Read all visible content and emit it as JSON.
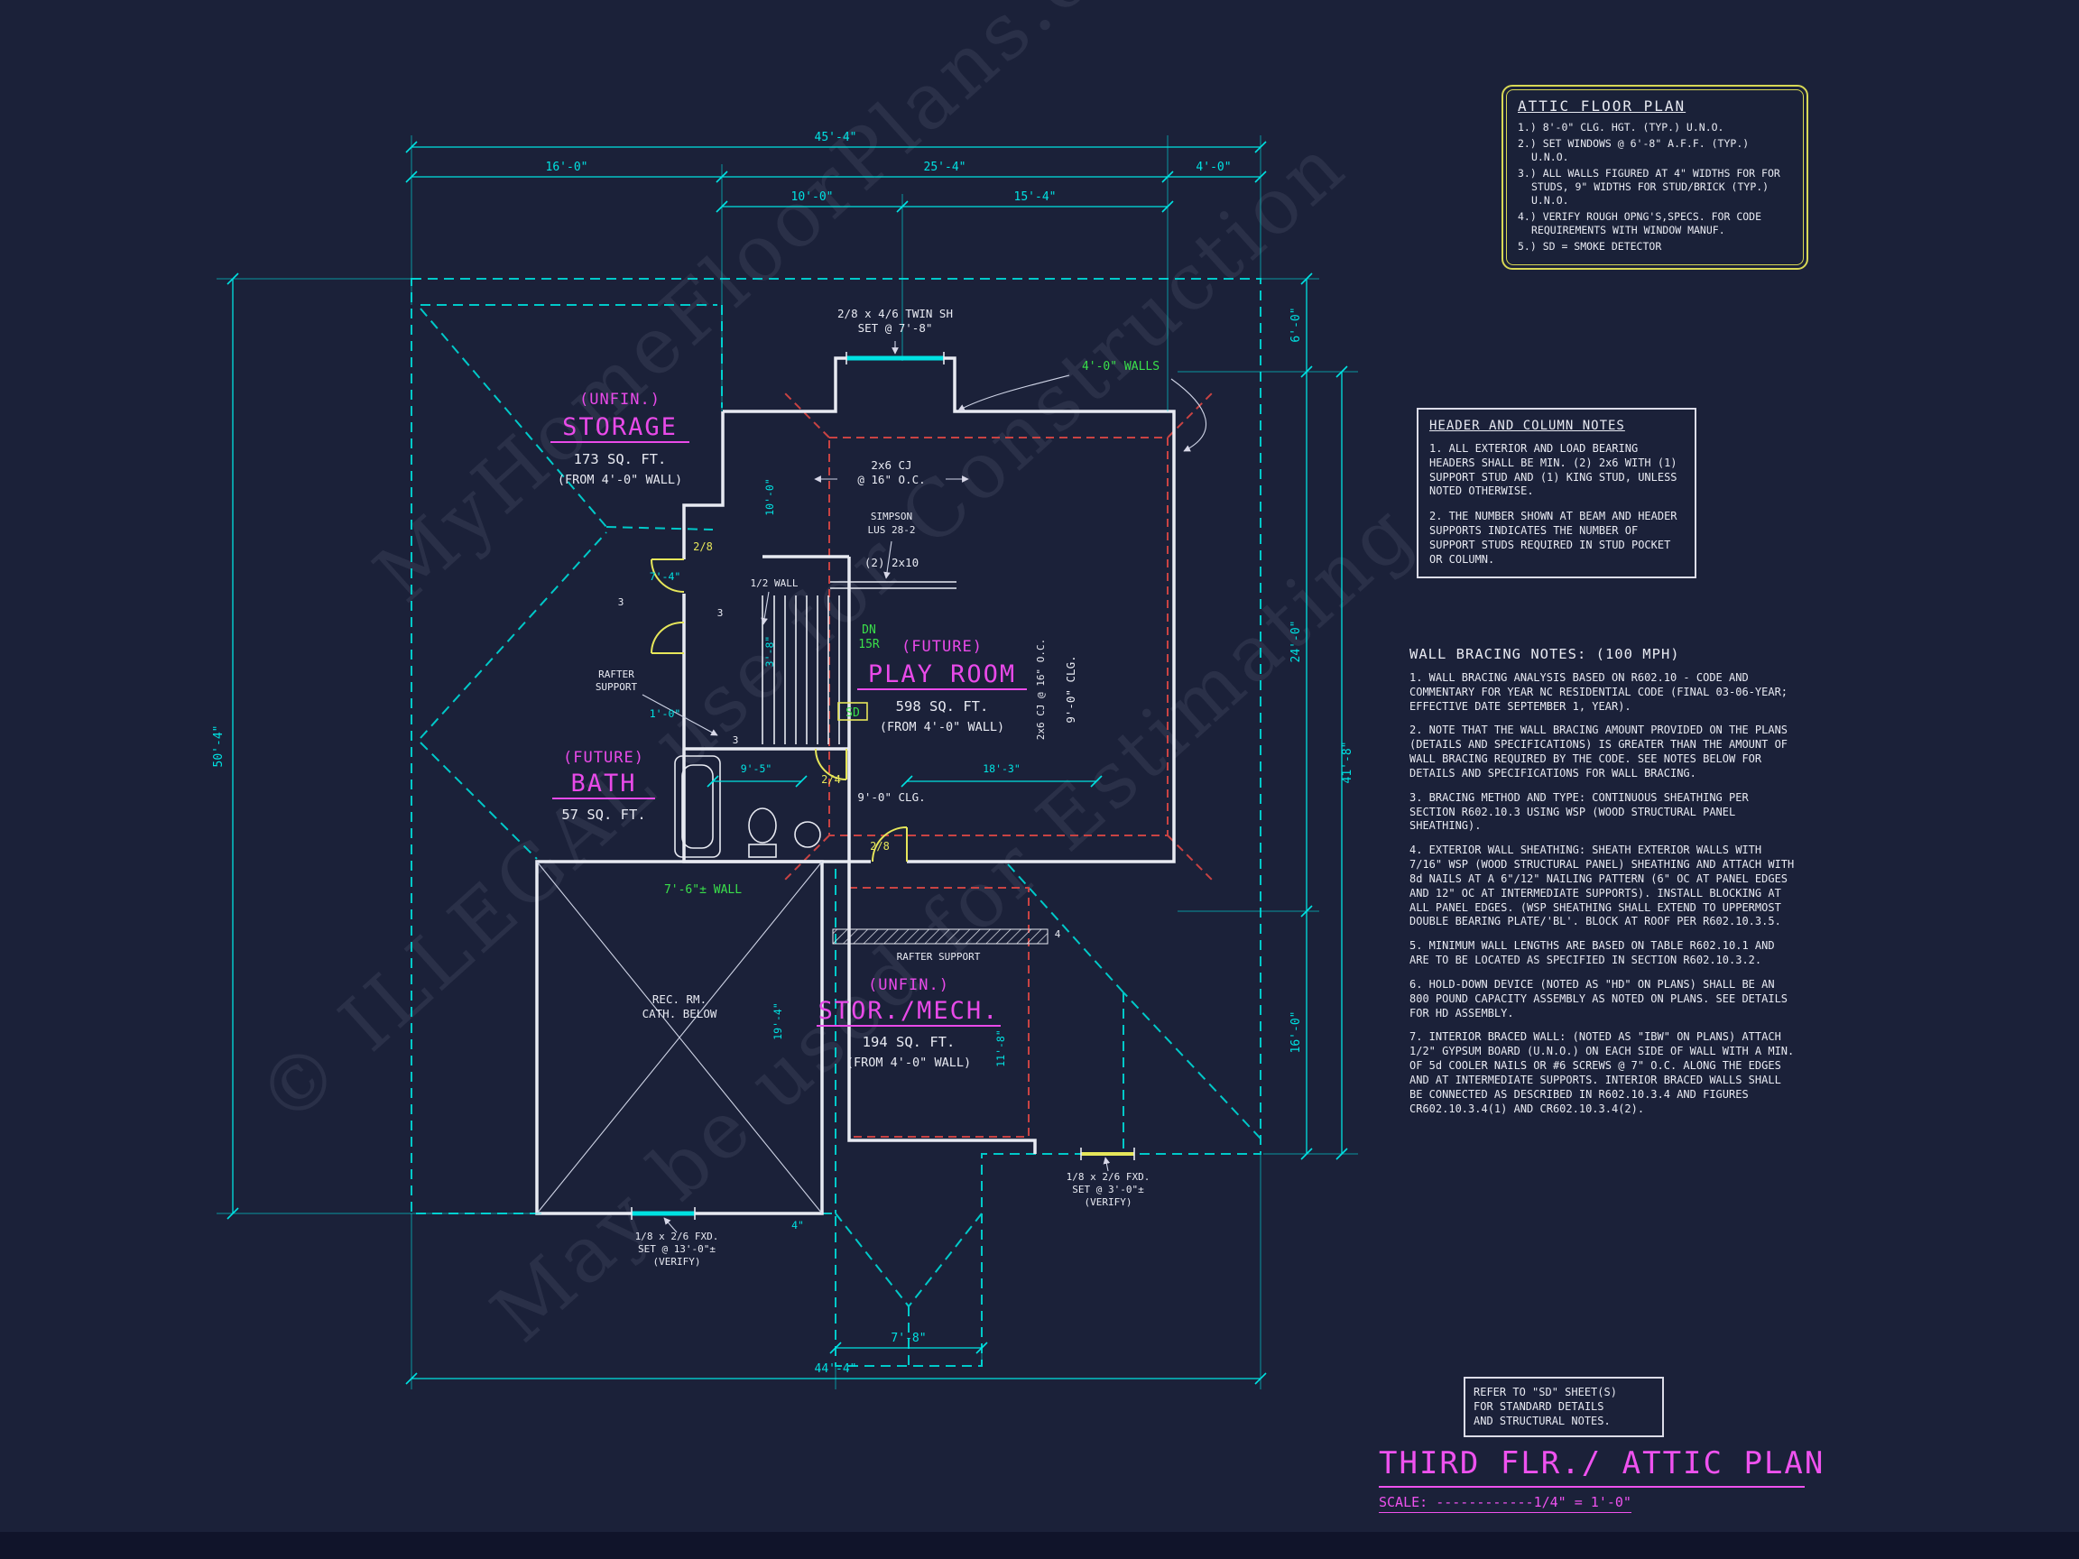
{
  "colors": {
    "background": "#1b2139",
    "cyan": "#00e2e2",
    "magenta": "#e94ae9",
    "green": "#3ae04a",
    "yellow": "#e6e65a",
    "white": "#e8eaf2",
    "red": "#c94343"
  },
  "watermark": {
    "line1": "MyHomeFloorPlans.com",
    "line2": "© ILLEGAL use for Construction",
    "line3": "May be used for Estimating"
  },
  "attic_notes": {
    "title": "ATTIC FLOOR PLAN",
    "items": [
      "1.) 8'-0\" CLG. HGT. (TYP.) U.N.O.",
      "2.) SET WINDOWS @ 6'-8\" A.F.F. (TYP.) U.N.O.",
      "3.) ALL WALLS FIGURED AT 4\" WIDTHS FOR FOR STUDS, 9\" WIDTHS FOR STUD/BRICK (TYP.) U.N.O.",
      "4.) VERIFY ROUGH OPNG'S,SPECS. FOR CODE REQUIREMENTS WITH WINDOW MANUF.",
      "5.) SD = SMOKE DETECTOR"
    ]
  },
  "header_notes": {
    "title": "HEADER AND COLUMN NOTES",
    "paragraphs": [
      "1. ALL EXTERIOR AND LOAD BEARING HEADERS SHALL BE MIN. (2) 2x6 WITH (1) SUPPORT STUD AND (1) KING STUD, UNLESS NOTED OTHERWISE.",
      "2. THE NUMBER SHOWN AT BEAM AND HEADER SUPPORTS INDICATES THE NUMBER OF SUPPORT STUDS REQUIRED IN STUD POCKET OR COLUMN."
    ]
  },
  "wall_bracing": {
    "title": "WALL BRACING NOTES: (100 MPH)",
    "paragraphs": [
      "1. WALL BRACING ANALYSIS BASED ON R602.10 - CODE AND COMMENTARY FOR YEAR NC RESIDENTIAL CODE (FINAL 03-06-YEAR; EFFECTIVE DATE SEPTEMBER 1, YEAR).",
      "2. NOTE THAT THE WALL BRACING AMOUNT PROVIDED ON THE PLANS (DETAILS AND SPECIFICATIONS) IS GREATER THAN THE AMOUNT OF WALL BRACING REQUIRED BY THE CODE. SEE NOTES BELOW FOR DETAILS AND SPECIFICATIONS FOR WALL BRACING.",
      "3. BRACING METHOD AND TYPE: CONTINUOUS SHEATHING PER SECTION R602.10.3 USING WSP (WOOD STRUCTURAL PANEL SHEATHING).",
      "4. EXTERIOR WALL SHEATHING: SHEATH EXTERIOR WALLS WITH 7/16\" WSP (WOOD STRUCTURAL PANEL) SHEATHING AND ATTACH WITH 8d NAILS AT A 6\"/12\" NAILING PATTERN (6\" OC AT PANEL EDGES AND 12\" OC AT INTERMEDIATE SUPPORTS). INSTALL BLOCKING AT ALL PANEL EDGES. (WSP SHEATHING SHALL EXTEND TO UPPERMOST DOUBLE BEARING PLATE/'BL'. BLOCK AT ROOF PER R602.10.3.5.",
      "5. MINIMUM WALL LENGTHS ARE BASED ON TABLE R602.10.1 AND ARE TO BE LOCATED AS SPECIFIED IN SECTION R602.10.3.2.",
      "6. HOLD-DOWN DEVICE (NOTED AS \"HD\" ON PLANS) SHALL BE AN 800 POUND CAPACITY ASSEMBLY AS NOTED ON PLANS. SEE DETAILS FOR HD ASSEMBLY.",
      "7. INTERIOR BRACED WALL: (NOTED AS \"IBW\" ON PLANS) ATTACH 1/2\" GYPSUM BOARD (U.N.O.) ON EACH SIDE OF WALL WITH A MIN. OF 5d COOLER NAILS OR #6 SCREWS @ 7\" O.C. ALONG THE EDGES AND AT INTERMEDIATE SUPPORTS.  INTERIOR BRACED WALLS SHALL BE CONNECTED AS DESCRIBED IN R602.10.3.4 AND FIGURES CR602.10.3.4(1) AND CR602.10.3.4(2)."
    ]
  },
  "sd_note": {
    "lines": [
      "REFER TO \"SD\" SHEET(S)",
      "FOR STANDARD DETAILS",
      "AND STRUCTURAL NOTES."
    ]
  },
  "title_block": {
    "title": "THIRD FLR./ ATTIC PLAN",
    "scale": "SCALE: ------------1/4\" = 1'-0\""
  },
  "rooms": {
    "storage": {
      "l1": "(UNFIN.)",
      "l2": "STORAGE",
      "l3": "173 SQ. FT.",
      "l4": "(FROM 4'-0\" WALL)"
    },
    "playroom": {
      "l1": "(FUTURE)",
      "l2": "PLAY ROOM",
      "l3": "598 SQ. FT.",
      "l4": "(FROM 4'-0\" WALL)"
    },
    "bath": {
      "l1": "(FUTURE)",
      "l2": "BATH",
      "l3": "57 SQ. FT."
    },
    "stormech": {
      "l1": "(UNFIN.)",
      "l2": "STOR./MECH.",
      "l3": "194 SQ. FT.",
      "l4": "(FROM 4'-0\" WALL)"
    },
    "recrm": {
      "l1": "REC. RM.",
      "l2": "CATH. BELOW"
    }
  },
  "dims": {
    "d45_4": "45'-4\"",
    "d16_0": "16'-0\"",
    "d25_4": "25'-4\"",
    "d4_0": "4'-0\"",
    "d10_0": "10'-0\"",
    "d15_4": "15'-4\"",
    "d50_4": "50'-4\"",
    "d6_0": "6'-0\"",
    "d24_0": "24'-0\"",
    "d16_0b": "16'-0\"",
    "d41_8": "41'-8\"",
    "d7_8": "7'-8\"",
    "d44_4": "44'-4\"",
    "d4in": "4\"",
    "d9_5": "9'-5\"",
    "d18_3": "18'-3\"",
    "d3_8": "3'-8\"",
    "d10_0b": "10'-0\"",
    "d19_4": "19'-4\"",
    "d11_8": "11'-8\"",
    "d7_4": "7'-4\"",
    "d1_0": "1'-0\""
  },
  "annotations": {
    "twin_sh1": "2/8 x 4/6 TWIN SH",
    "twin_sh2": "SET @ 7'-8\"",
    "walls40": "4'-0\" WALLS",
    "cj1": "2x6 CJ",
    "cj2": "@ 16\" O.C.",
    "simpson1": "SIMPSON",
    "simpson2": "LUS 28-2",
    "beam": "(2) 2x10",
    "half_wall": "1/2 WALL",
    "dn": "DN",
    "r15": "15R",
    "rafter1": "RAFTER",
    "rafter2": "SUPPORT",
    "rafter_support": "RAFTER SUPPORT",
    "sd": "SD",
    "clg9": "9'-0\" CLG.",
    "clg9v": "9'-0\" CLG.",
    "cjv": "2x6 CJ @ 16\" O.C.",
    "door28": "2/8",
    "door24": "2/4",
    "door28b": "2/8",
    "wall76": "7'-6\"± WALL",
    "win_left1": "1/8 x 2/6 FXD.",
    "win_left2": "SET @ 13'-0\"±",
    "win_left3": "(VERIFY)",
    "win_right1": "1/8 x 2/6 FXD.",
    "win_right2": "SET @ 3'-0\"±",
    "win_right3": "(VERIFY)",
    "m3": "3",
    "m4": "4"
  }
}
